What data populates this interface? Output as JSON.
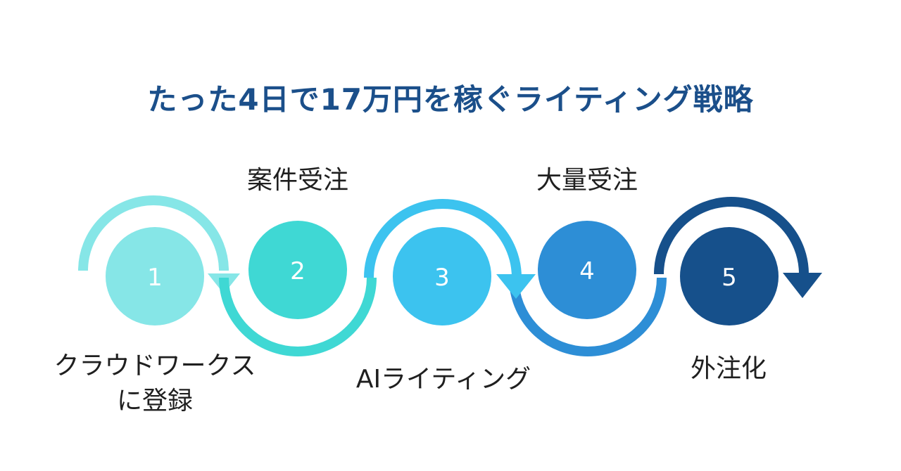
{
  "title": "たった4日で17万円を稼ぐライティング戦略",
  "steps": [
    {
      "number": "1",
      "label": "クラウドワークス\nに登録",
      "color": "#86e6e7"
    },
    {
      "number": "2",
      "label": "案件受注",
      "color": "#3fd8d4"
    },
    {
      "number": "3",
      "label": "AIライティング",
      "color": "#3cc3ef"
    },
    {
      "number": "4",
      "label": "大量受注",
      "color": "#2d8ed6"
    },
    {
      "number": "5",
      "label": "外注化",
      "color": "#16508b"
    }
  ],
  "icons": [
    "arrow-right-icon"
  ]
}
